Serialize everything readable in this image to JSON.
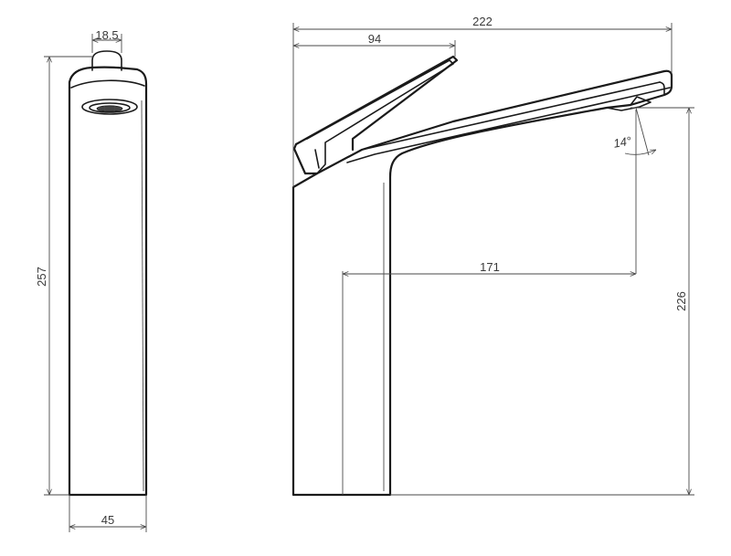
{
  "dimensions": {
    "aerator_width": "18.5",
    "total_height": "257",
    "base_width": "45",
    "total_length": "222",
    "handle_reach": "94",
    "spout_reach": "171",
    "spout_height": "226",
    "spout_angle": "14°"
  },
  "colors": {
    "line": "#1a1a1a",
    "dimension": "#4a4a4a"
  }
}
